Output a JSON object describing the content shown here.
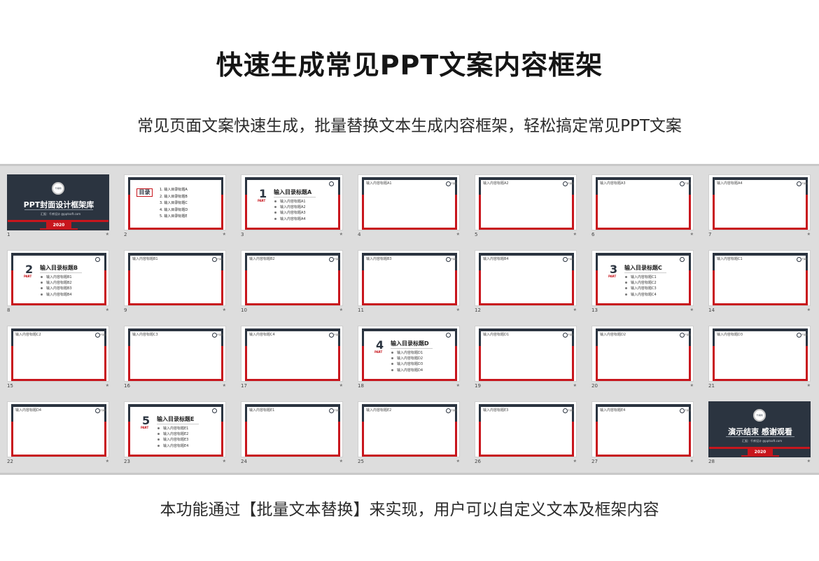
{
  "header": {
    "title": "快速生成常见PPT文案内容框架",
    "subtitle": "常见页面文案快速生成，批量替换文本生成内容框架，轻松搞定常见PPT文案"
  },
  "footer": {
    "text": "本功能通过【批量文本替换】来实现，用户可以自定义文本及框架内容"
  },
  "star_glyph": "★",
  "logo_text": "千库网",
  "slides": [
    {
      "num": "1",
      "type": "cover",
      "title": "PPT封面设计框架库",
      "badge": "千库网",
      "sub": "汇报：千库设计 @pptsoft.com",
      "year": "2020"
    },
    {
      "num": "2",
      "type": "toc",
      "heading": "目录",
      "items": [
        "1.  输入目录标题A",
        "2.  输入目录标题B",
        "3.  输入目录标题C",
        "4.  输入目录标题D",
        "5.  输入目录标题E"
      ]
    },
    {
      "num": "3",
      "type": "section",
      "n": "1",
      "part": "PART",
      "title": "输入目录标题A",
      "items": [
        "输入内容标题A1",
        "输入内容标题A2",
        "输入内容标题A3",
        "输入内容标题A4"
      ]
    },
    {
      "num": "4",
      "type": "content",
      "caption": "输入内容标题A1"
    },
    {
      "num": "5",
      "type": "content",
      "caption": "输入内容标题A2"
    },
    {
      "num": "6",
      "type": "content",
      "caption": "输入内容标题A3"
    },
    {
      "num": "7",
      "type": "content",
      "caption": "输入内容标题A4"
    },
    {
      "num": "8",
      "type": "section",
      "n": "2",
      "part": "PART",
      "title": "输入目录标题B",
      "items": [
        "输入内容标题B1",
        "输入内容标题B2",
        "输入内容标题B3",
        "输入内容标题B4"
      ]
    },
    {
      "num": "9",
      "type": "content",
      "caption": "输入内容标题B1"
    },
    {
      "num": "10",
      "type": "content",
      "caption": "输入内容标题B2"
    },
    {
      "num": "11",
      "type": "content",
      "caption": "输入内容标题B3"
    },
    {
      "num": "12",
      "type": "content",
      "caption": "输入内容标题B4"
    },
    {
      "num": "13",
      "type": "section",
      "n": "3",
      "part": "PART",
      "title": "输入目录标题C",
      "items": [
        "输入内容标题C1",
        "输入内容标题C2",
        "输入内容标题C3",
        "输入内容标题C4"
      ]
    },
    {
      "num": "14",
      "type": "content",
      "caption": "输入内容标题C1"
    },
    {
      "num": "15",
      "type": "content",
      "caption": "输入内容标题C2"
    },
    {
      "num": "16",
      "type": "content",
      "caption": "输入内容标题C3"
    },
    {
      "num": "17",
      "type": "content",
      "caption": "输入内容标题C4"
    },
    {
      "num": "18",
      "type": "section",
      "n": "4",
      "part": "PART",
      "title": "输入目录标题D",
      "items": [
        "输入内容标题D1",
        "输入内容标题D2",
        "输入内容标题D3",
        "输入内容标题D4"
      ]
    },
    {
      "num": "19",
      "type": "content",
      "caption": "输入内容标题D1"
    },
    {
      "num": "20",
      "type": "content",
      "caption": "输入内容标题D2"
    },
    {
      "num": "21",
      "type": "content",
      "caption": "输入内容标题D3"
    },
    {
      "num": "22",
      "type": "content",
      "caption": "输入内容标题D4"
    },
    {
      "num": "23",
      "type": "section",
      "n": "5",
      "part": "PART",
      "title": "输入目录标题E",
      "items": [
        "输入内容标题E1",
        "输入内容标题E2",
        "输入内容标题E3",
        "输入内容标题E4"
      ]
    },
    {
      "num": "24",
      "type": "content",
      "caption": "输入内容标题E1"
    },
    {
      "num": "25",
      "type": "content",
      "caption": "输入内容标题E2"
    },
    {
      "num": "26",
      "type": "content",
      "caption": "输入内容标题E3"
    },
    {
      "num": "27",
      "type": "content",
      "caption": "输入内容标题E4"
    },
    {
      "num": "28",
      "type": "cover",
      "title": "演示结束  感谢观看",
      "badge": "千库网",
      "sub": "汇报：千库设计 @pptsoft.com",
      "year": "2020"
    }
  ]
}
